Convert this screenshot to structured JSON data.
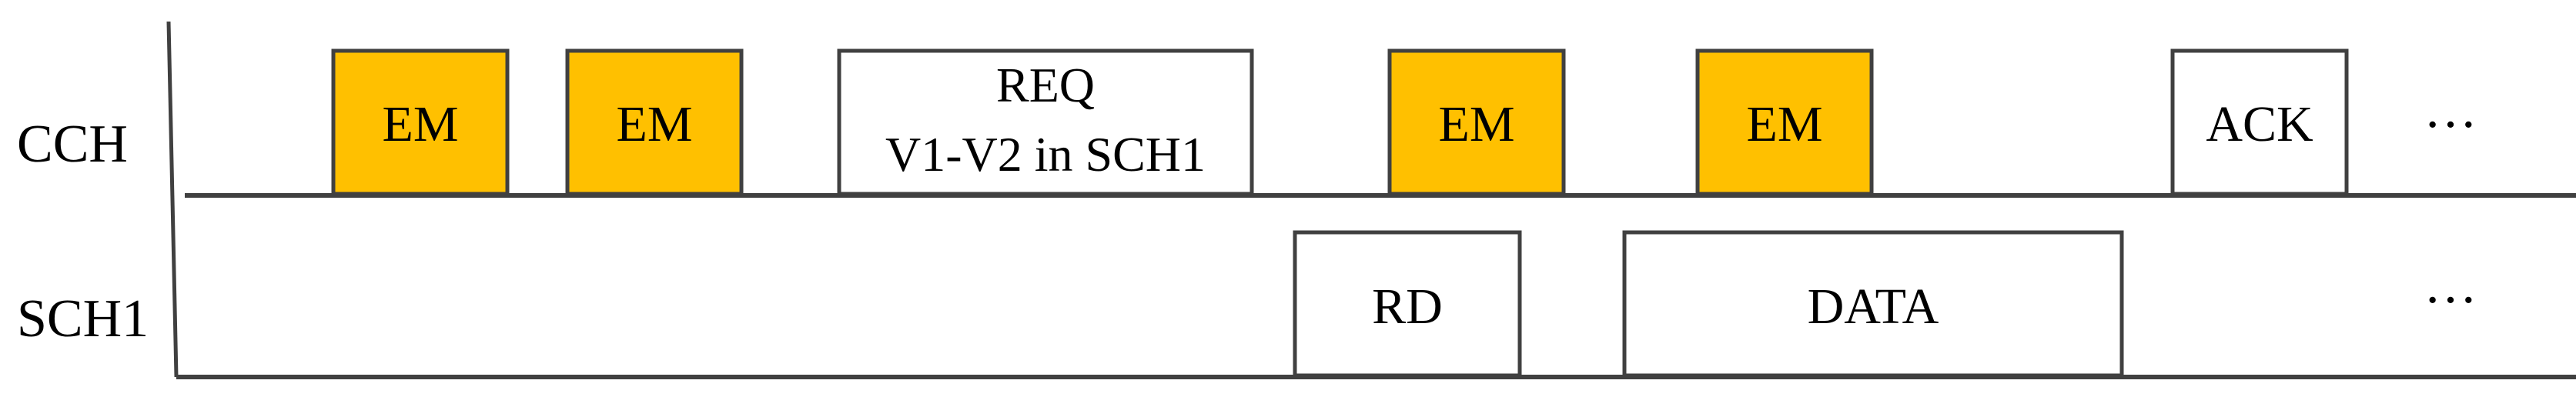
{
  "channels": [
    {
      "label": "CCH",
      "frames": [
        {
          "label": [
            "EM"
          ],
          "type": "em"
        },
        {
          "label": [
            "EM"
          ],
          "type": "em"
        },
        {
          "label": [
            "REQ",
            "V1-V2 in SCH1"
          ],
          "type": "control"
        },
        {
          "label": [
            "EM"
          ],
          "type": "em"
        },
        {
          "label": [
            "EM"
          ],
          "type": "em"
        },
        {
          "label": [
            "ACK"
          ],
          "type": "control"
        }
      ],
      "continuation": "···"
    },
    {
      "label": "SCH1",
      "frames": [
        {
          "label": [
            "RD"
          ],
          "type": "control"
        },
        {
          "label": [
            "DATA"
          ],
          "type": "control"
        }
      ],
      "continuation": "···"
    }
  ],
  "colors": {
    "em_fill": "#FFC000",
    "control_fill": "#FFFFFF",
    "stroke": "#404040",
    "text": "#000000"
  }
}
